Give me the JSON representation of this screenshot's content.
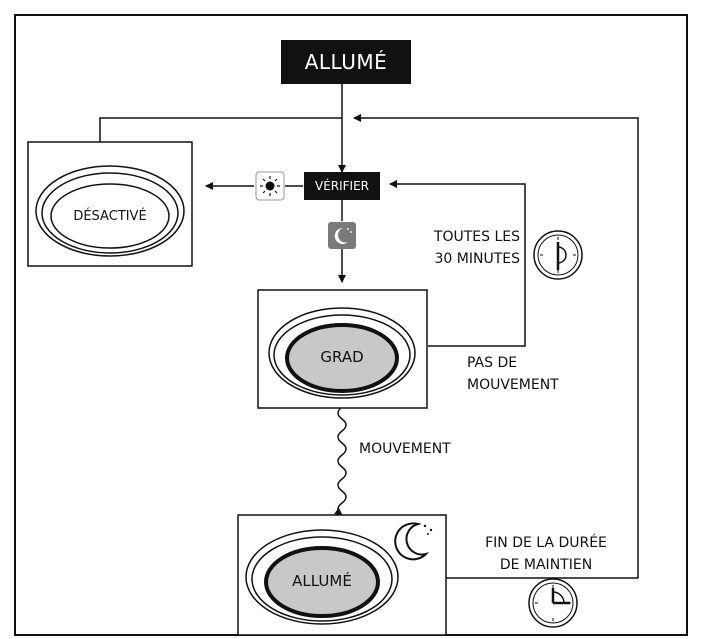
{
  "start_label": "ALLUMÉ",
  "check_label": "VÉRIFIER",
  "off_label": "DÉSACTIVÉ",
  "dim_label": "GRAD",
  "on_label": "ALLUMÉ",
  "every_30_label_line1": "TOUTES LES",
  "every_30_label_line2": "30 MINUTES",
  "no_motion_line1": "PAS DE",
  "no_motion_line2": "MOUVEMENT",
  "motion_label": "MOUVEMENT",
  "hold_end_line1": "FIN DE LA DURÉE",
  "hold_end_line2": "DE MAINTIEN",
  "icons": {
    "daylight": "sun-icon",
    "night": "moon-icon",
    "timer_30": "clock-icon",
    "hold_timer": "clock-icon",
    "motion": "wavy-arrow-icon"
  },
  "colors": {
    "dark": "#111111",
    "lamp_fill": "#c8c8c8",
    "moon_box": "#7a7a7a"
  }
}
